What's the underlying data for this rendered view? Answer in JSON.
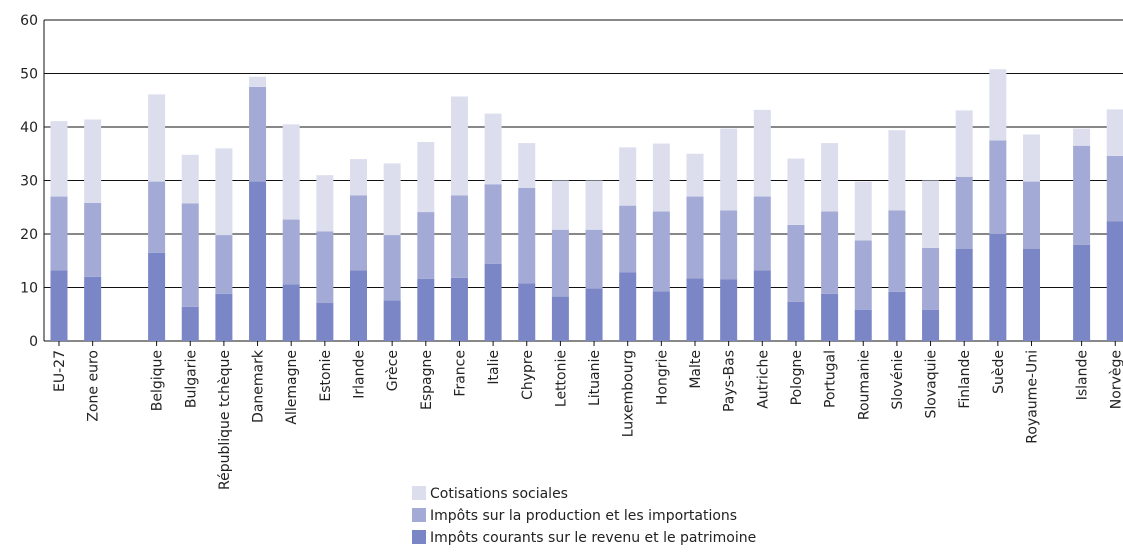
{
  "chart_data": {
    "type": "bar",
    "stacked": true,
    "title": "",
    "xlabel": "",
    "ylabel": "",
    "ylim": [
      0,
      60
    ],
    "yticks": [
      0,
      10,
      20,
      30,
      40,
      50,
      60
    ],
    "grid": true,
    "legend_position": "bottom-center",
    "categories": [
      "EU-27",
      "Zone euro",
      "Belgique",
      "Bulgarie",
      "République tchèque",
      "Danemark",
      "Allemagne",
      "Estonie",
      "Irlande",
      "Grèce",
      "Espagne",
      "France",
      "Italie",
      "Chypre",
      "Lettonie",
      "Lituanie",
      "Luxembourg",
      "Hongrie",
      "Malte",
      "Pays-Bas",
      "Autriche",
      "Pologne",
      "Portugal",
      "Roumanie",
      "Slovénie",
      "Slovaquie",
      "Finlande",
      "Suède",
      "Royaume-Uni",
      "Islande",
      "Norvège"
    ],
    "groups": [
      [
        0,
        1
      ],
      [
        2,
        28
      ],
      [
        29,
        30
      ]
    ],
    "series": [
      {
        "name": "Impôts courants sur le revenu et le patrimoine",
        "color": "#7b86c6",
        "values": [
          13.2,
          12.0,
          16.5,
          6.4,
          8.8,
          29.8,
          10.6,
          7.1,
          13.2,
          7.6,
          11.6,
          11.8,
          14.4,
          10.8,
          8.3,
          9.8,
          12.8,
          9.3,
          11.7,
          11.5,
          13.2,
          7.3,
          8.8,
          5.8,
          9.2,
          5.8,
          17.2,
          20.0,
          17.2,
          18.0,
          22.4
        ]
      },
      {
        "name": "Impôts sur la production et les importations",
        "color": "#a3aad6",
        "values": [
          13.8,
          13.8,
          13.3,
          19.3,
          11.0,
          17.7,
          12.1,
          13.4,
          14.0,
          12.2,
          12.5,
          15.4,
          14.9,
          17.8,
          12.5,
          11.0,
          12.5,
          14.9,
          15.3,
          12.9,
          13.8,
          14.4,
          15.4,
          13.0,
          15.2,
          11.6,
          13.5,
          17.5,
          12.6,
          18.5,
          12.2
        ]
      },
      {
        "name": "Cotisations sociales",
        "color": "#dcdeee",
        "values": [
          14.1,
          15.6,
          16.3,
          9.1,
          16.2,
          1.9,
          17.8,
          10.5,
          6.8,
          13.4,
          13.1,
          18.5,
          13.2,
          8.4,
          9.2,
          9.2,
          10.9,
          12.7,
          8.0,
          15.3,
          16.2,
          12.4,
          12.8,
          11.0,
          15.0,
          12.6,
          12.4,
          13.3,
          8.8,
          3.2,
          8.7
        ]
      }
    ]
  }
}
